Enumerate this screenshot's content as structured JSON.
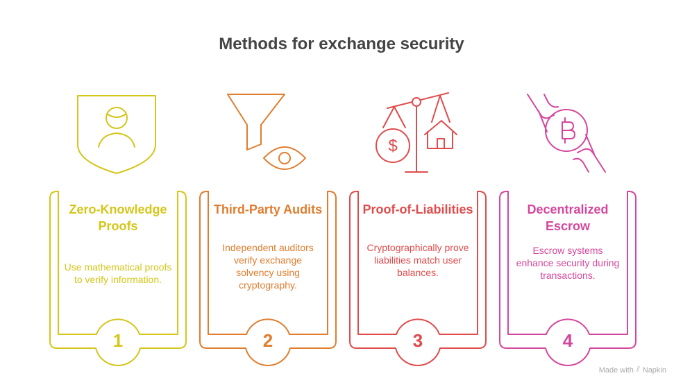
{
  "title": "Methods for exchange security",
  "steps": [
    {
      "number": "1",
      "title": "Zero-Knowledge Proofs",
      "description": "Use mathematical proofs to verify information.",
      "icon": "shield-user-icon",
      "color": "#d4c61a"
    },
    {
      "number": "2",
      "title": "Third-Party Audits",
      "description": "Independent auditors verify exchange solvency using cryptography.",
      "icon": "funnel-eye-icon",
      "color": "#e07d2e"
    },
    {
      "number": "3",
      "title": "Proof-of-Liabilities",
      "description": "Cryptographically prove liabilities match user balances.",
      "icon": "scale-dollar-house-icon",
      "color": "#e04b4b"
    },
    {
      "number": "4",
      "title": "Decentralized Escrow",
      "description": "Escrow systems enhance security during transactions.",
      "icon": "hands-bitcoin-icon",
      "color": "#d4479c"
    }
  ],
  "watermark": {
    "prefix": "Made with",
    "brand": "Napkin"
  }
}
